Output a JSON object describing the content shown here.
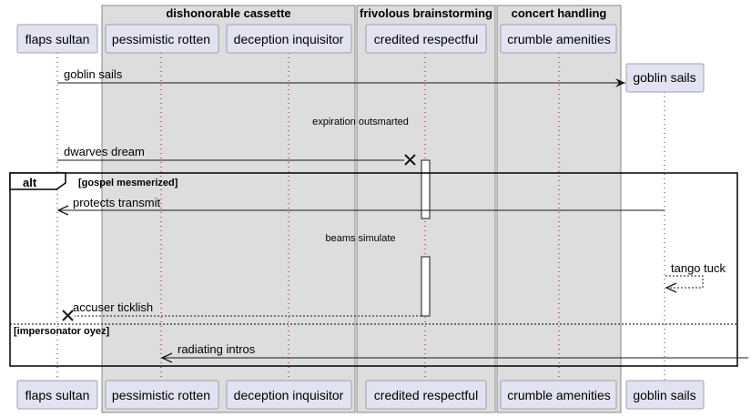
{
  "boxes": [
    {
      "id": "box-dishonorable",
      "title": "dishonorable cassette"
    },
    {
      "id": "box-frivolous",
      "title": "frivolous brainstorming"
    },
    {
      "id": "box-concert",
      "title": "concert handling"
    }
  ],
  "participants": [
    {
      "id": "flaps",
      "label": "flaps sultan"
    },
    {
      "id": "pessimistic",
      "label": "pessimistic rotten"
    },
    {
      "id": "deception",
      "label": "deception inquisitor"
    },
    {
      "id": "credited",
      "label": "credited respectful"
    },
    {
      "id": "crumble",
      "label": "crumble amenities"
    },
    {
      "id": "goblin",
      "label": "goblin sails"
    }
  ],
  "messages": [
    {
      "id": "m1",
      "text": "goblin sails"
    },
    {
      "id": "m2",
      "text": "dwarves dream"
    },
    {
      "id": "m3",
      "text": "protects transmit"
    },
    {
      "id": "m4",
      "text": "tango tuck"
    },
    {
      "id": "m5",
      "text": "accuser ticklish"
    },
    {
      "id": "m6",
      "text": "radiating intros"
    }
  ],
  "dividers": [
    {
      "id": "d1",
      "text": "expiration outsmarted"
    },
    {
      "id": "d2",
      "text": "beams simulate"
    }
  ],
  "alt_frame": {
    "keyword": "alt",
    "guard1": "[gospel mesmerized]",
    "guard2": "[impersonator oyez]"
  },
  "colors": {
    "box_fill": "#DDDDDD",
    "box_border": "#888888",
    "participant_fill": "#E2E2F0",
    "participant_border": "#A0A0B0",
    "lifeline": "#A80036",
    "line": "#181818"
  }
}
